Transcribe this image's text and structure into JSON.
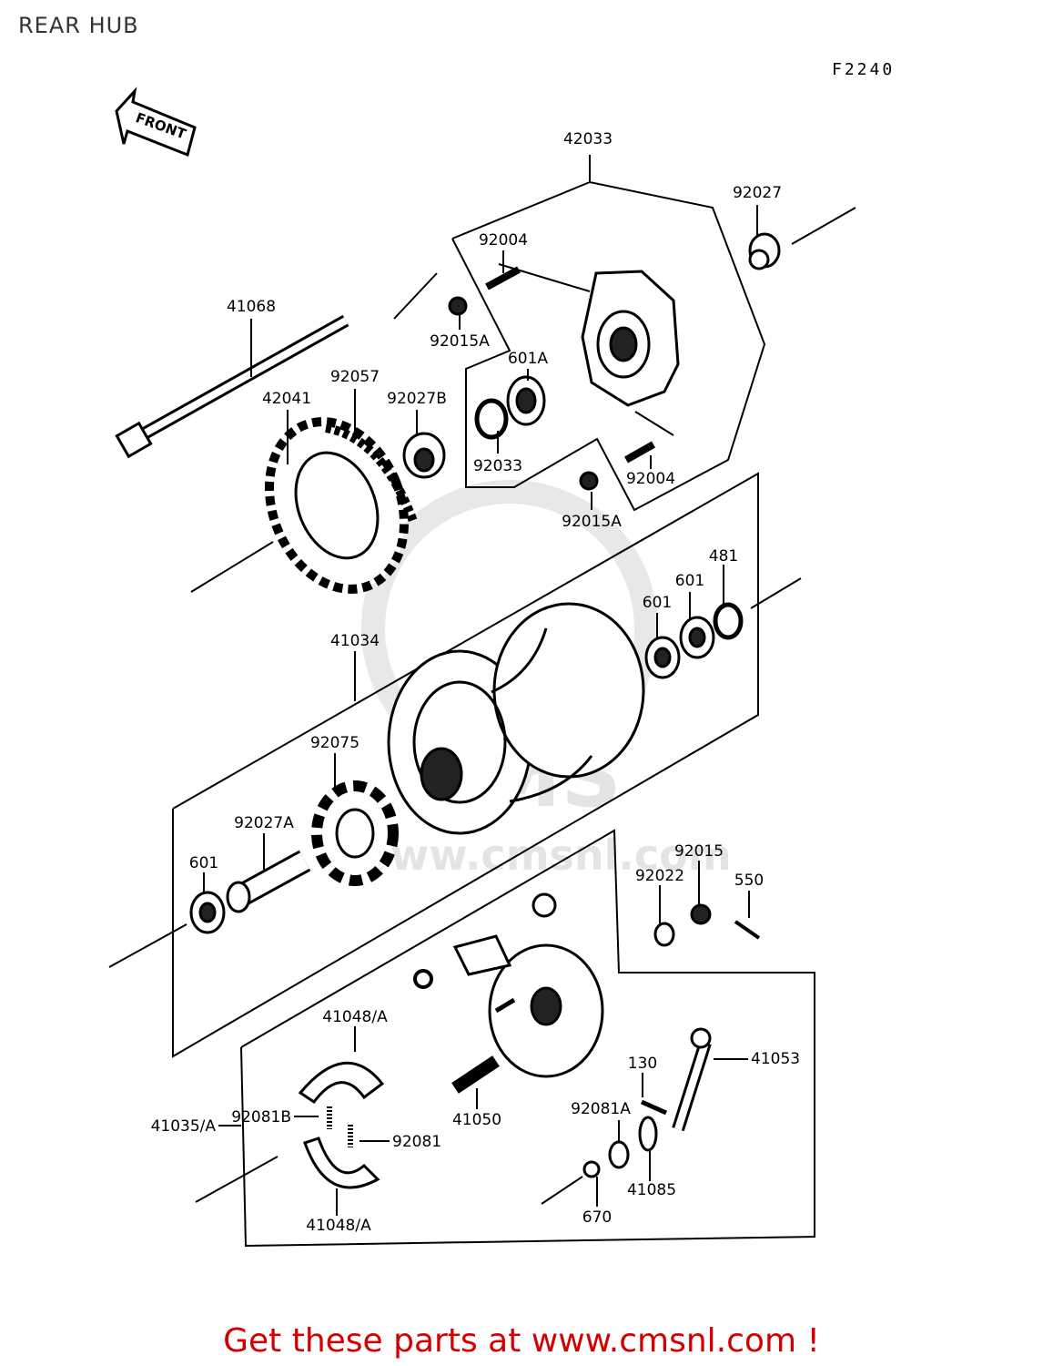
{
  "header": {
    "title": "REAR HUB",
    "figure_code": "F2240"
  },
  "front_arrow": {
    "label": "FRONT"
  },
  "watermark": {
    "text": "www.cmsnl.com",
    "brand": "CMS"
  },
  "footer": {
    "text": "Get these parts at www.cmsnl.com !",
    "color": "#d40000"
  },
  "labels": {
    "p42033": "42033",
    "p92027": "92027",
    "p92004a": "92004",
    "p41068": "41068",
    "p92015A_a": "92015A",
    "p601A": "601A",
    "p42041": "42041",
    "p92057": "92057",
    "p92027B": "92027B",
    "p92033": "92033",
    "p92004b": "92004",
    "p92015A_b": "92015A",
    "p481": "481",
    "p601a": "601",
    "p601b": "601",
    "p41034": "41034",
    "p92075": "92075",
    "p92027A": "92027A",
    "p601c": "601",
    "p92015": "92015",
    "p92022": "92022",
    "p550": "550",
    "p41048A_a": "41048/A",
    "p41053": "41053",
    "p130": "130",
    "p41035A": "41035/A",
    "p92081B": "92081B",
    "p41050": "41050",
    "p92081A": "92081A",
    "p92081": "92081",
    "p41085": "41085",
    "p670": "670",
    "p41048A_b": "41048/A"
  }
}
